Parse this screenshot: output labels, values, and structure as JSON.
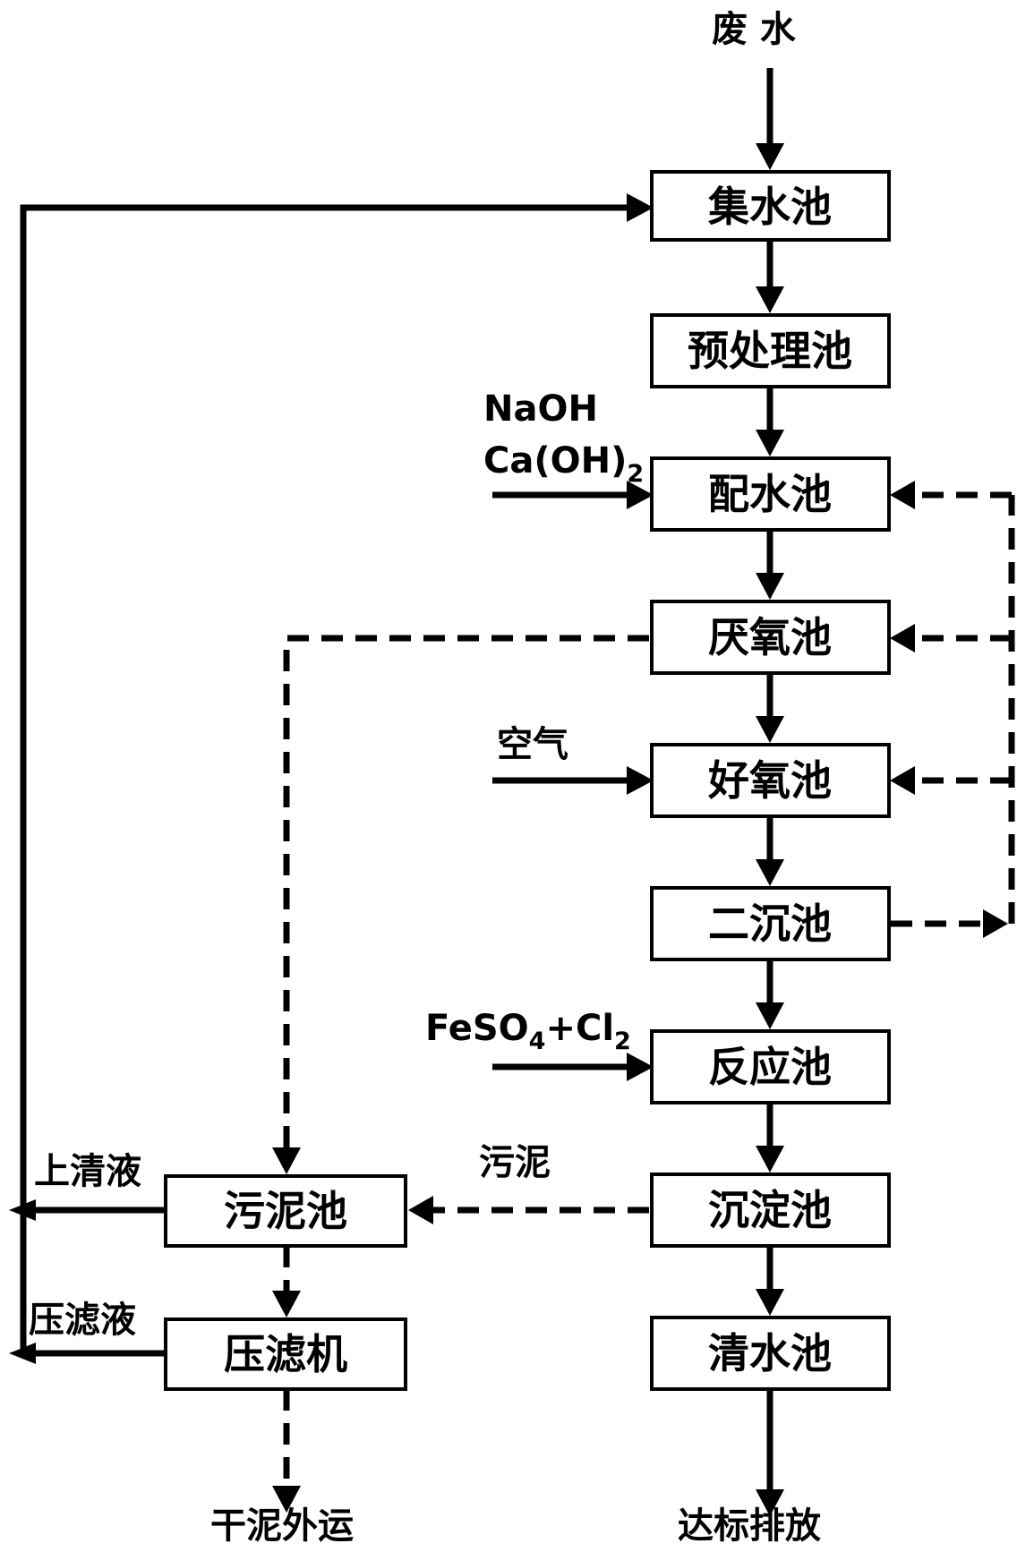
{
  "diagram": {
    "input": "废 水",
    "output": "达标排放",
    "sludge_output": "干泥外运",
    "boxes": {
      "collection_tank": "集水池",
      "pretreatment_tank": "预处理池",
      "mixing_tank": "配水池",
      "anaerobic_tank": "厌氧池",
      "aerobic_tank": "好氧池",
      "secondary_clarifier": "二沉池",
      "reaction_tank": "反应池",
      "settling_tank": "沉淀池",
      "clear_water_tank": "清水池",
      "sludge_tank": "污泥池",
      "filter_press": "压滤机"
    },
    "inputs": {
      "alkali_naoh": "NaOH",
      "alkali_caoh_prefix": "Ca(OH)",
      "alkali_caoh_sub": "2",
      "air": "空气",
      "reagent_feso": "FeSO",
      "reagent_feso_sub": "4",
      "reagent_cl": "+Cl",
      "reagent_cl_sub": "2"
    },
    "streams": {
      "sludge": "污泥",
      "supernatant": "上清液",
      "filtrate": "压滤液"
    }
  }
}
